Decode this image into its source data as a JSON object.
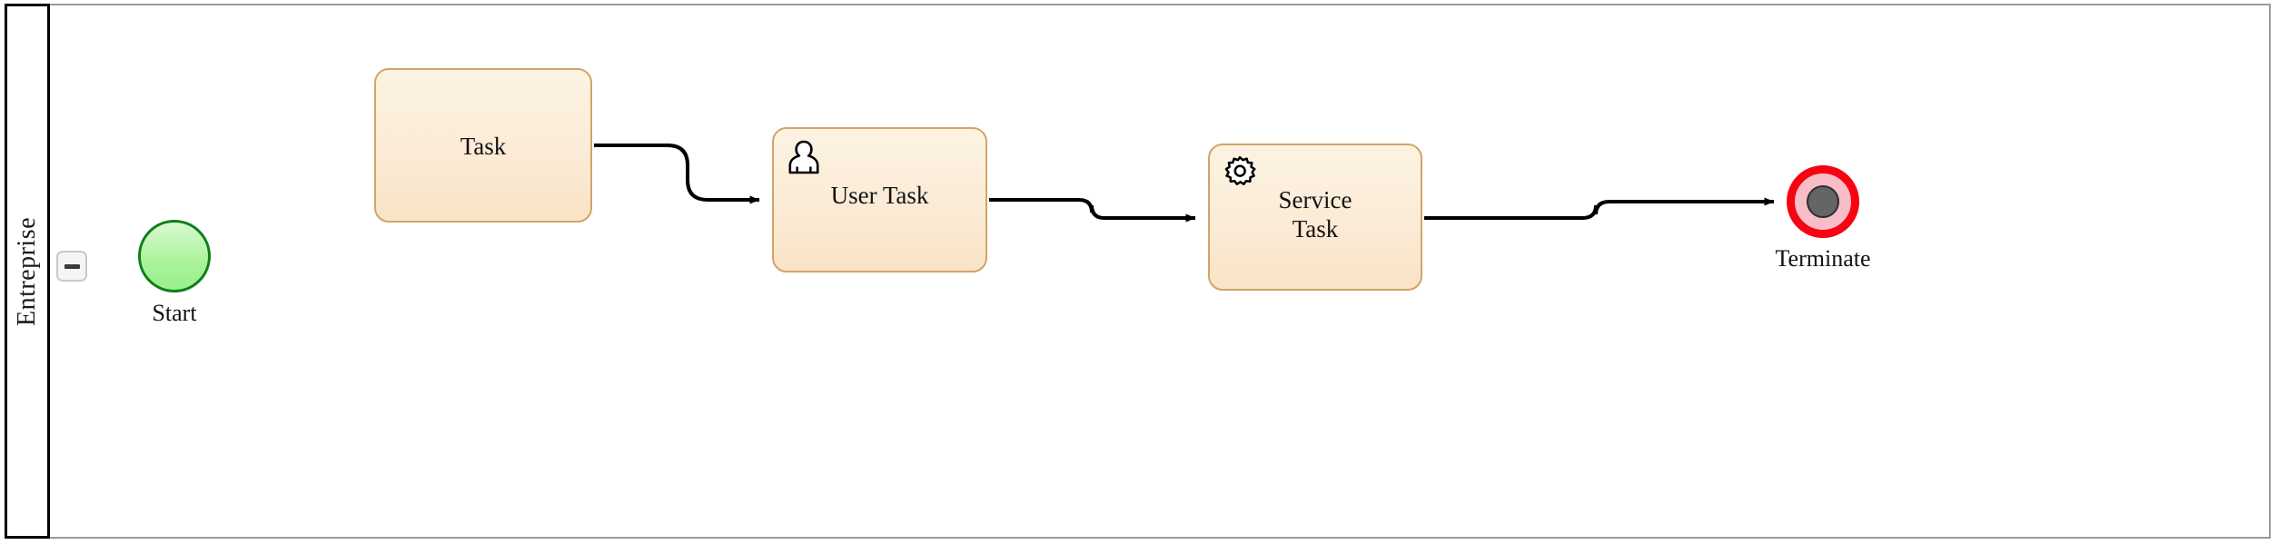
{
  "pool": {
    "name": "Entreprise",
    "collapse_button_icon": "minus-icon",
    "header_border_color": "#000000",
    "lane_border_color": "#9a9a9a"
  },
  "diagram": {
    "type": "bpmn-process",
    "elements": [
      {
        "id": "start",
        "kind": "start-event",
        "label": "Start",
        "fill": "#a9f39b",
        "stroke": "#0f7f18"
      },
      {
        "id": "task",
        "kind": "task",
        "label": "Task",
        "icon": null,
        "fill": "#fbebd6",
        "stroke": "#d2a468"
      },
      {
        "id": "user-task",
        "kind": "user-task",
        "label": "User Task",
        "icon": "user-icon",
        "fill": "#fbebd6",
        "stroke": "#d2a468"
      },
      {
        "id": "service-task",
        "kind": "service-task",
        "label": "Service\nTask",
        "icon": "gear-icon",
        "fill": "#fbebd6",
        "stroke": "#d2a468"
      },
      {
        "id": "terminate",
        "kind": "terminate-end-event",
        "label": "Terminate",
        "fill": "#f8bdc6",
        "stroke": "#f50412",
        "inner_fill": "#656565"
      }
    ],
    "flows": [
      {
        "id": "flow-1",
        "from": "task",
        "to": "user-task"
      },
      {
        "id": "flow-2",
        "from": "user-task",
        "to": "service-task"
      },
      {
        "id": "flow-3",
        "from": "service-task",
        "to": "terminate"
      }
    ]
  }
}
